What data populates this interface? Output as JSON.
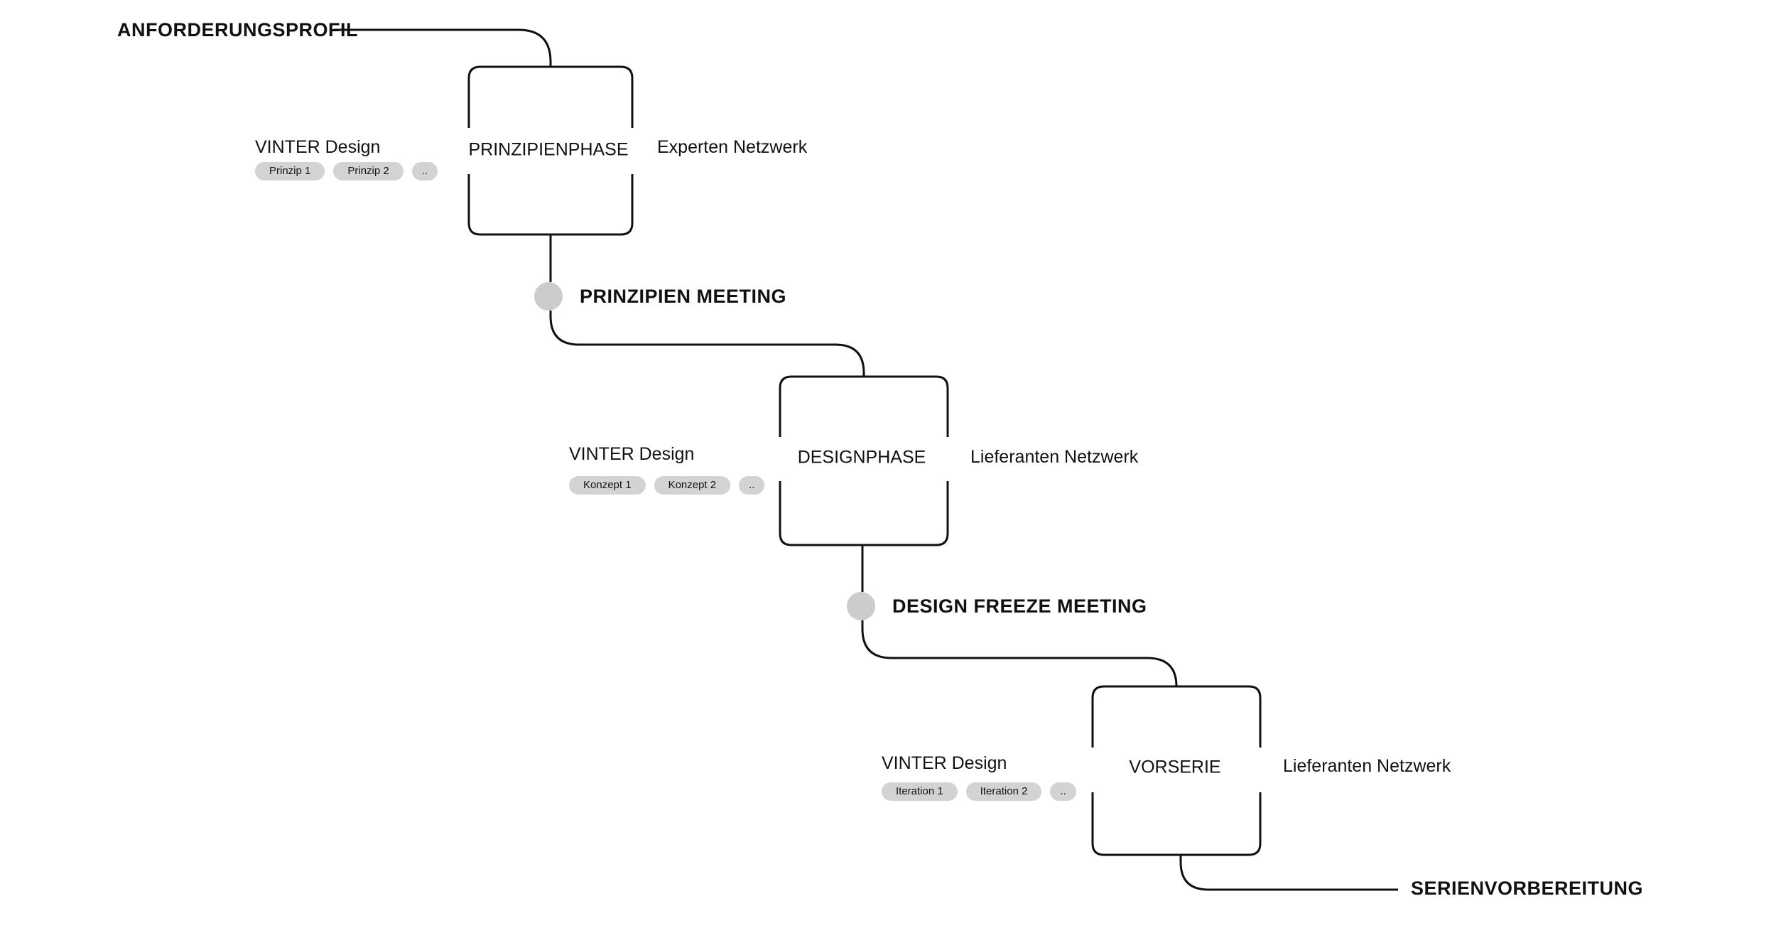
{
  "terminals": {
    "start": "ANFORDERUNGSPROFIL",
    "end": "SERIENVORBEREITUNG"
  },
  "phases": [
    {
      "name": "PRINZIPIENPHASE",
      "left_title": "VINTER Design",
      "left_tags": [
        "Prinzip 1",
        "Prinzip 2",
        ".."
      ],
      "right_label": "Experten Netzwerk"
    },
    {
      "name": "DESIGNPHASE",
      "left_title": "VINTER Design",
      "left_tags": [
        "Konzept 1",
        "Konzept 2",
        ".."
      ],
      "right_label": "Lieferanten Netzwerk"
    },
    {
      "name": "VORSERIE",
      "left_title": "VINTER Design",
      "left_tags": [
        "Iteration 1",
        "Iteration 2",
        ".."
      ],
      "right_label": "Lieferanten Netzwerk"
    }
  ],
  "meetings": [
    {
      "label": "PRINZIPIEN MEETING"
    },
    {
      "label": "DESIGN FREEZE MEETING"
    }
  ],
  "colors": {
    "line": "#111111",
    "milestone_dot": "#cccccc",
    "tag_background": "#d3d3d3"
  }
}
